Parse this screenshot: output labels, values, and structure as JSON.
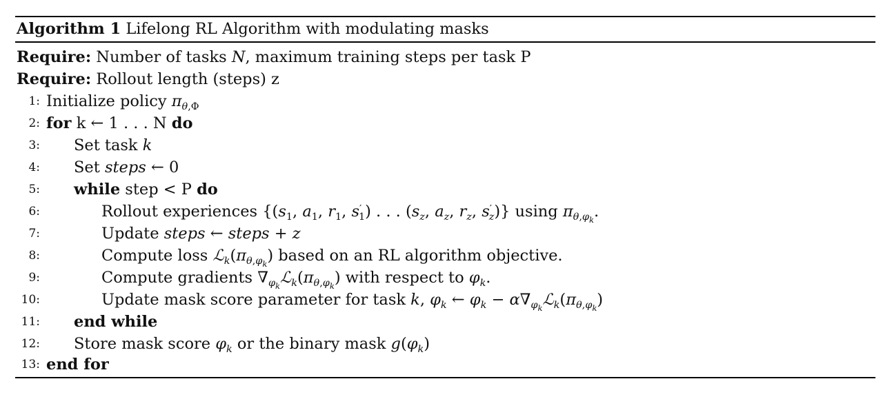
{
  "caption": {
    "label": "Algorithm 1",
    "title": "Lifelong RL Algorithm with modulating masks"
  },
  "requires": [
    {
      "keyword": "Require:",
      "text": "Number of tasks N, maximum training steps per task P"
    },
    {
      "keyword": "Require:",
      "text": "Rollout length (steps) z"
    }
  ],
  "steps": [
    {
      "num": "1:",
      "text": "Initialize policy πθ,Φ"
    },
    {
      "num": "2:",
      "kw_open": "for",
      "text": "k ← 1 . . . N",
      "kw_close": "do"
    },
    {
      "num": "3:",
      "text": "Set task k"
    },
    {
      "num": "4:",
      "text": "Set steps ← 0"
    },
    {
      "num": "5:",
      "kw_open": "while",
      "text": "step < P",
      "kw_close": "do"
    },
    {
      "num": "6:",
      "text": "Rollout experiences {(s1, a1, r1, s′1) . . . (sz, az, rz, s′z)} using πθ,φk."
    },
    {
      "num": "7:",
      "text": "Update steps ← steps + z"
    },
    {
      "num": "8:",
      "text": "Compute loss ℒk(πθ,φk) based on an RL algorithm objective."
    },
    {
      "num": "9:",
      "text": "Compute gradients ∇φk ℒk(πθ,φk) with respect to φk."
    },
    {
      "num": "10:",
      "text": "Update mask score parameter for task k, φk ← φk − α∇φk ℒk(πθ,φk)"
    },
    {
      "num": "11:",
      "kw_open": "end while"
    },
    {
      "num": "12:",
      "text": "Store mask score φk or the binary mask g(φk)"
    },
    {
      "num": "13:",
      "kw_open": "end for"
    }
  ]
}
